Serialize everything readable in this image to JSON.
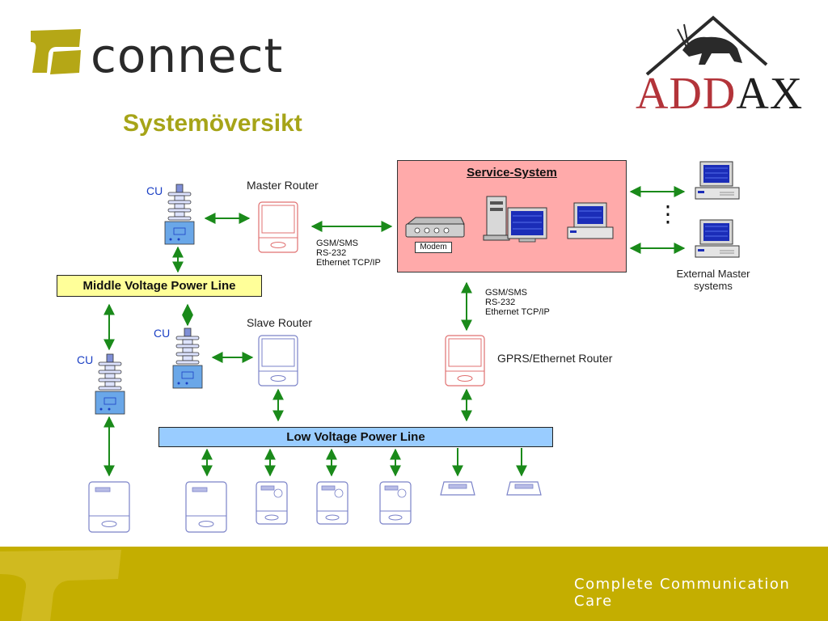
{
  "header": {
    "brand": "connect",
    "partner_logo": "ADDAX",
    "title": "Systemöversikt"
  },
  "diagram": {
    "master_router": "Master Router",
    "slave_router": "Slave Router",
    "gprs_router": "GPRS/Ethernet Router",
    "service_system": "Service-System",
    "modem": "Modem",
    "comm_protocols": "GSM/SMS\nRS-232\nEthernet TCP/IP",
    "comm_protocols_2": "GSM/SMS\nRS-232\nEthernet TCP/IP",
    "external_systems": "External Master\nsystems",
    "middle_voltage": "Middle Voltage Power Line",
    "low_voltage": "Low Voltage Power Line",
    "cu_label": "CU",
    "ellipsis": "⋮"
  },
  "footer": {
    "tagline": "Complete Communication Care"
  },
  "colors": {
    "olive": "#a6a418",
    "footer": "#c4ae00",
    "arrow": "#1a8a1a",
    "service_bg": "#ffaaaa",
    "mv_line": "#ffff99",
    "lv_line": "#99ccff",
    "addax_red": "#b3343a"
  }
}
